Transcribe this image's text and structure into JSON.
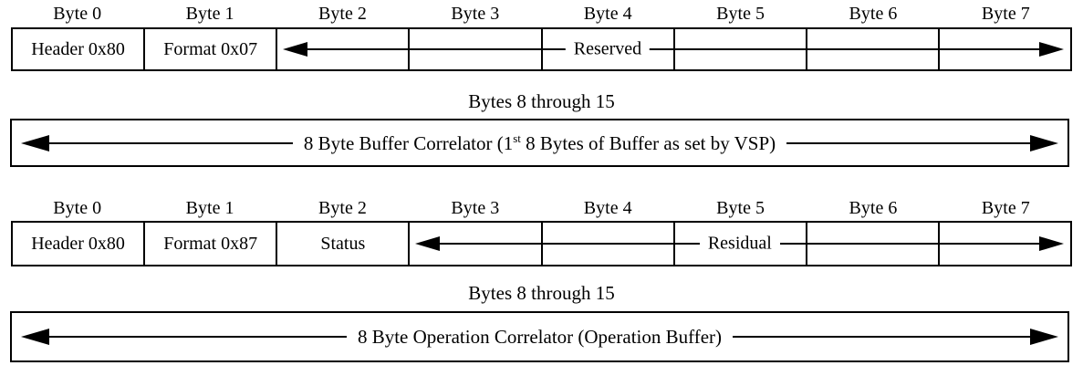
{
  "diagram": {
    "byte_headers": [
      "Byte 0",
      "Byte 1",
      "Byte 2",
      "Byte 3",
      "Byte 4",
      "Byte 5",
      "Byte 6",
      "Byte 7"
    ],
    "request": {
      "header_cell": "Header 0x80",
      "format_cell": "Format 0x07",
      "span_label": "Reserved",
      "range_label": "Bytes 8 through 15",
      "correlator_prefix": "8 Byte Buffer Correlator (1",
      "correlator_superscript": "st",
      "correlator_suffix": " 8 Bytes of Buffer as set by VSP)"
    },
    "response": {
      "header_cell": "Header 0x80",
      "format_cell": "Format 0x87",
      "status_cell": "Status",
      "span_label": "Residual",
      "range_label": "Bytes 8 through 15",
      "correlator_text": "8 Byte Operation Correlator (Operation Buffer)"
    },
    "colors": {
      "ink": "#000000",
      "background": "#ffffff"
    }
  }
}
